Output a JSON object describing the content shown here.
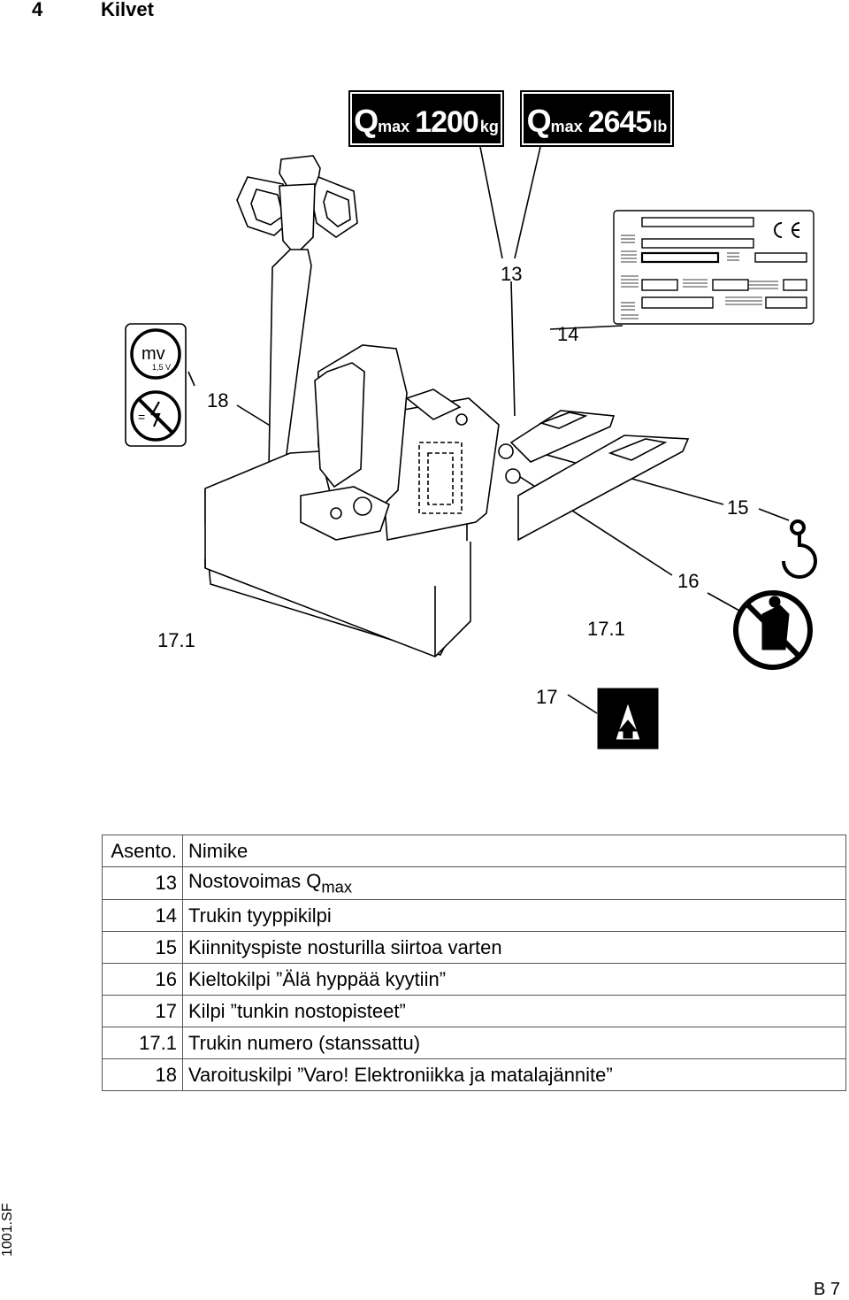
{
  "header": {
    "chapter": "4",
    "title": "Kilvet"
  },
  "plates": {
    "kg": {
      "q": "Q",
      "sub": "max",
      "value": "1200",
      "unit": "kg"
    },
    "lb": {
      "q": "Q",
      "sub": "max",
      "value": "2645",
      "unit": "lb"
    }
  },
  "callouts": {
    "c13": "13",
    "c14": "14",
    "c15": "15",
    "c16": "16",
    "c17": "17",
    "c171a": "17.1",
    "c171b": "17.1",
    "c18": "18"
  },
  "warning_sign": {
    "mv": "mv",
    "voltage": "1,5 V"
  },
  "legend": {
    "header_pos": "Asento.",
    "header_name": "Nimike",
    "rows": [
      {
        "pos": "13",
        "name": "Nostovoimas Q",
        "sub": "max"
      },
      {
        "pos": "14",
        "name": "Trukin tyyppikilpi"
      },
      {
        "pos": "15",
        "name": "Kiinnityspiste nosturilla siirtoa varten"
      },
      {
        "pos": "16",
        "name": "Kieltokilpi ”Älä hyppää kyytiin”"
      },
      {
        "pos": "17",
        "name": "Kilpi ”tunkin nostopisteet”"
      },
      {
        "pos": "17.1",
        "name": "Trukin numero (stanssattu)"
      },
      {
        "pos": "18",
        "name": "Varoituskilpi ”Varo! Elektroniikka ja matalajännite”"
      }
    ]
  },
  "footer": {
    "code": "1001.SF",
    "page": "B 7"
  }
}
